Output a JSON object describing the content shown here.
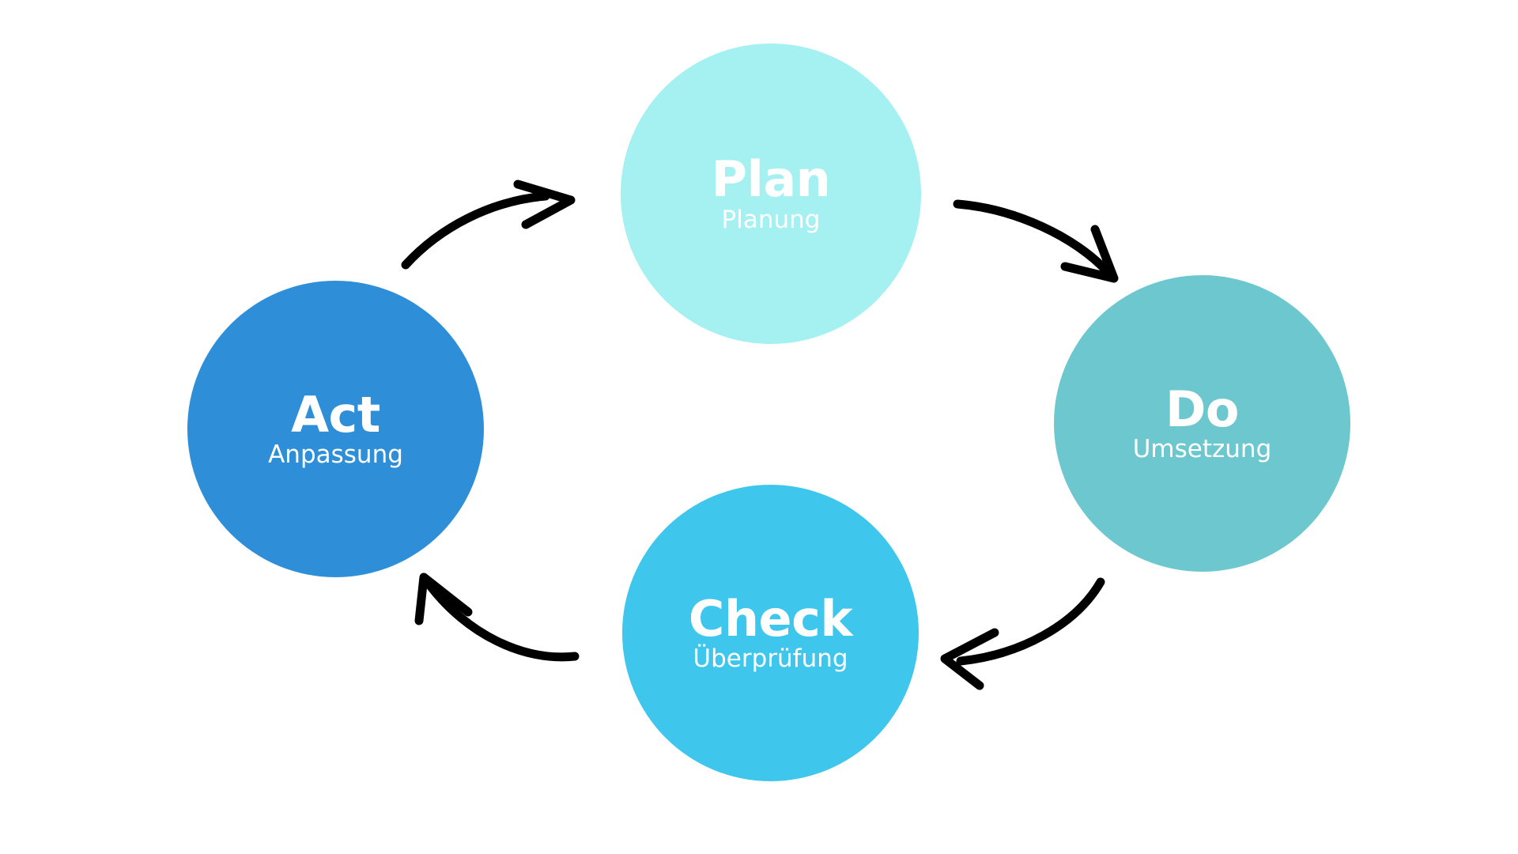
{
  "diagram": {
    "type": "pdca-cycle",
    "background_color": "#ffffff",
    "direction": "clockwise",
    "nodes": [
      {
        "id": "plan",
        "title": "Plan",
        "subtitle": "Planung",
        "color": "#a5f0f0",
        "text_color": "#ffffff",
        "position": "top"
      },
      {
        "id": "do",
        "title": "Do",
        "subtitle": "Umsetzung",
        "color": "#6cc8ce",
        "text_color": "#ffffff",
        "position": "right"
      },
      {
        "id": "check",
        "title": "Check",
        "subtitle": "Überprüfung",
        "color": "#3ec6ec",
        "text_color": "#ffffff",
        "position": "bottom"
      },
      {
        "id": "act",
        "title": "Act",
        "subtitle": "Anpassung",
        "color": "#2e8fd8",
        "text_color": "#ffffff",
        "position": "left"
      }
    ],
    "arrows": [
      {
        "id": "act-to-plan",
        "from": "act",
        "to": "plan",
        "color": "#000000",
        "style": "hand-drawn-curve"
      },
      {
        "id": "plan-to-do",
        "from": "plan",
        "to": "do",
        "color": "#000000",
        "style": "hand-drawn-curve"
      },
      {
        "id": "do-to-check",
        "from": "do",
        "to": "check",
        "color": "#000000",
        "style": "hand-drawn-curve"
      },
      {
        "id": "check-to-act",
        "from": "check",
        "to": "act",
        "color": "#000000",
        "style": "hand-drawn-curve"
      }
    ]
  }
}
